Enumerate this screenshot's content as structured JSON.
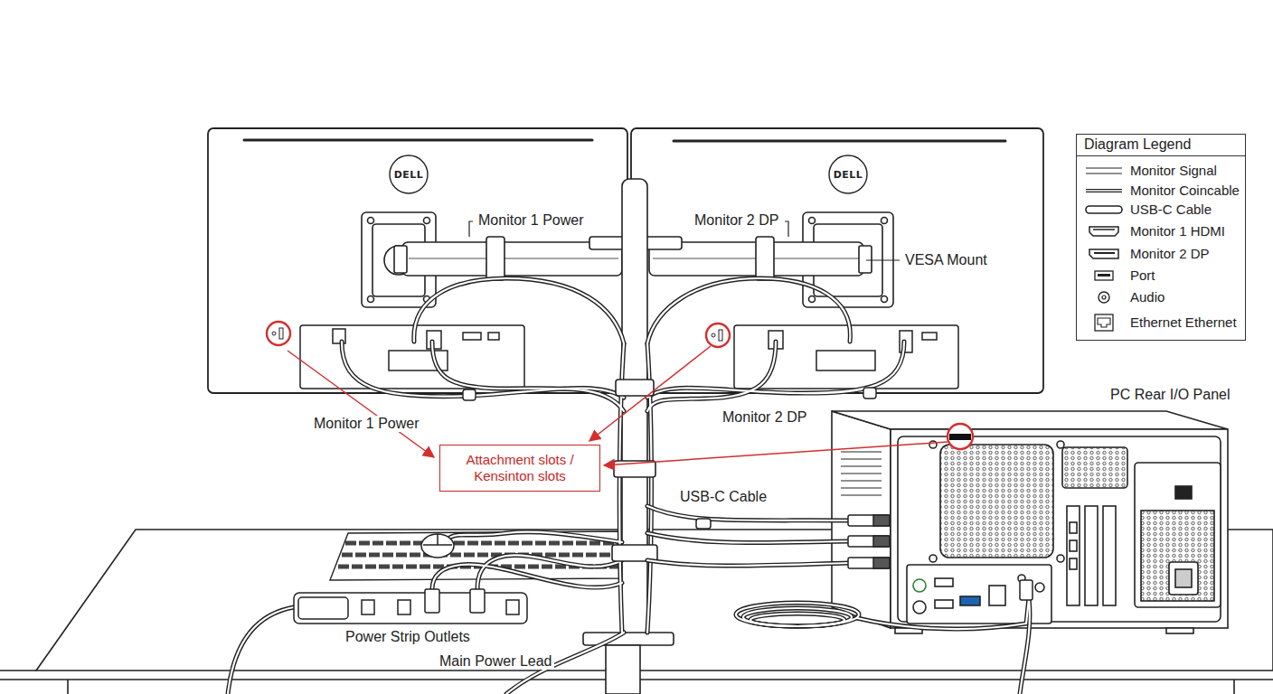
{
  "diagram": {
    "nodes": [
      {
        "text": [
          "Attachment slots / Kensinton slots"
        ]
      }
    ],
    "labels": [
      "Monitor 1 Power",
      "Monitor 2 DP",
      "VESA Mount",
      "Monitor 1 Power",
      "Monitor 2 DP",
      "USB-C Cable",
      "PC Rear I/O Panel",
      "Power Strip Outlets",
      "Main Power Lead",
      "Diagram Legend",
      "DELL",
      "DELL"
    ],
    "legend": [
      {
        "text": "Monitor Signal"
      },
      {
        "text": "Monitor Coincable"
      },
      {
        "text": "USB-C Cable"
      },
      {
        "text": "Monitor 1 HDMI"
      },
      {
        "text": "Monitor 2 DP"
      },
      {
        "text": "Port"
      },
      {
        "text": "Audio"
      },
      {
        "text": "Ethernet Ethernet"
      }
    ]
  }
}
